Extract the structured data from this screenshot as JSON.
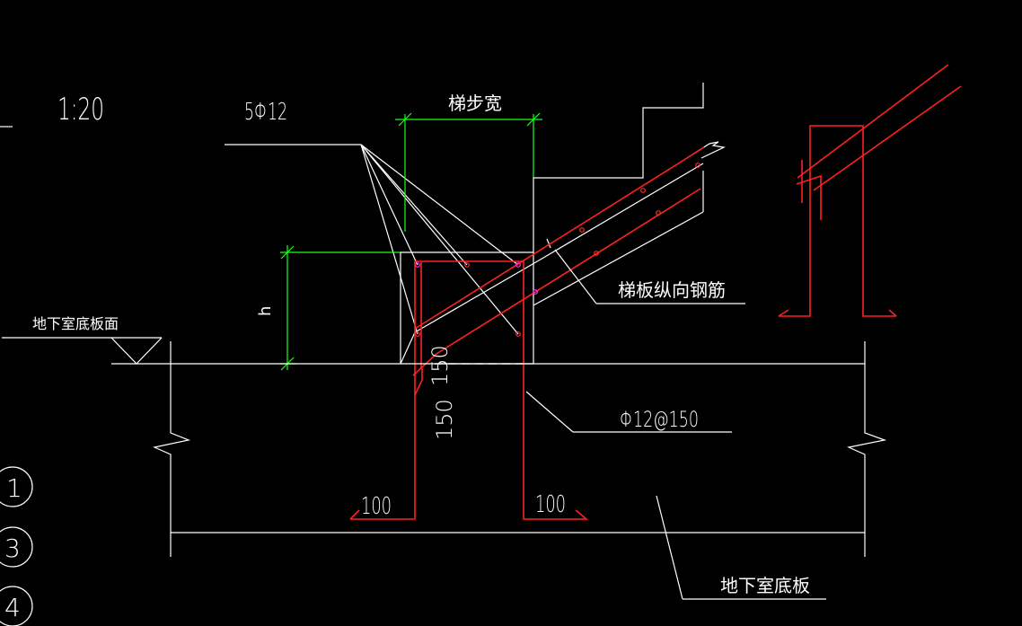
{
  "drawing": {
    "scale": "1:20",
    "bars_callout": "5Φ12",
    "step_width": "梯步宽",
    "height_symbol": "h",
    "basement_floor_surface": "地下室底板面",
    "longitudinal_rebar": "梯板纵向钢筋",
    "stirrup_spec": "Φ12@150",
    "dim_150_upper": "150",
    "dim_150_lower": "150",
    "hook_left": "100",
    "hook_right": "100",
    "basement_slab": "地下室底板"
  },
  "layer_markers": [
    "1",
    "3",
    "4"
  ],
  "colors": {
    "background": "#000000",
    "lines": "#ffffff",
    "rebar": "#ff2020",
    "dimension": "#1aff1a",
    "highlight": "#ff33ff"
  }
}
